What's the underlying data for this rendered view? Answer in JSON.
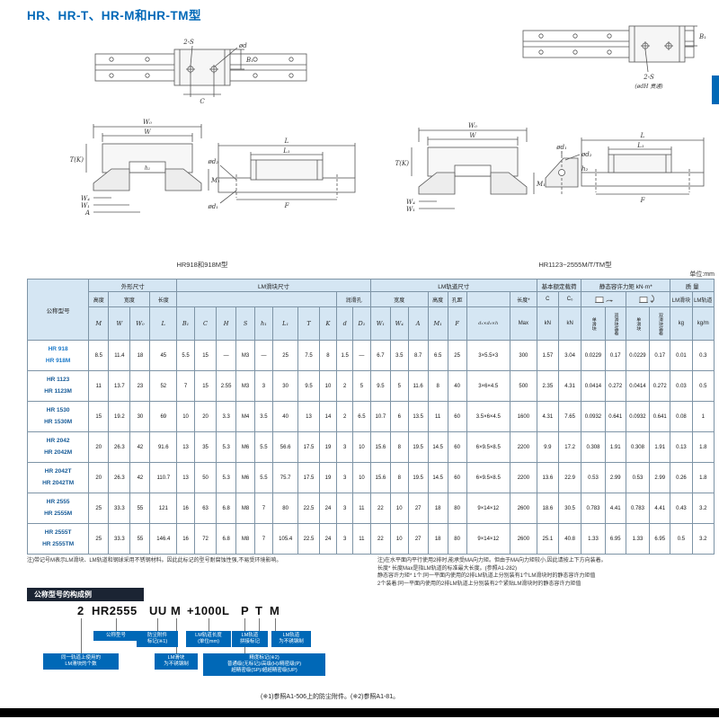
{
  "page": {
    "title": "HR、HR-T、HR-M和HR-TM型",
    "unit_note": "单位:mm"
  },
  "colors": {
    "accent": "#0068b7",
    "header-bg": "#d5e6f3",
    "border": "#7e94a6",
    "dark-bar": "#1b2433",
    "model-blue": "#155a97"
  },
  "diagram_left": {
    "caption": "HR918和918M型",
    "labels": {
      "s2": "2-S",
      "od": "ød",
      "c": "C",
      "b1": "B₁",
      "w0": "W₀",
      "w": "W",
      "tk": "T(K)",
      "m1": "M₁",
      "h1": "h₁",
      "w4": "W₄",
      "w1": "W₁",
      "a": "A",
      "od2": "ød₂",
      "od1": "ød₁",
      "l1": "L₁",
      "l": "L",
      "f": "F"
    }
  },
  "diagram_right": {
    "caption": "HR1123~2555M/T/TM型",
    "labels": {
      "s2": "2-S",
      "odh": "(ødH 贯通)",
      "b1": "B₁",
      "w0": "W₀",
      "w": "W",
      "tk": "T(K)",
      "m1": "M₁",
      "w4": "W₄",
      "w1": "W₁",
      "od1": "ød₁",
      "od2": "ød₂",
      "h2": "h₂",
      "l1": "L₁",
      "l": "L",
      "f": "F"
    }
  },
  "table": {
    "group_model": "公称型号",
    "group_ext": "外形尺寸",
    "group_block": "LM滑块尺寸",
    "group_rail": "LM轨道尺寸",
    "group_load": "基本额定载荷",
    "group_moment": "静态容许力矩 kN·m*",
    "group_mass": "质 量",
    "r2": {
      "height": "高度",
      "width": "宽度",
      "length": "长度",
      "grease": "润滑孔",
      "rwidth": "宽度",
      "rheight": "高度",
      "pitch": "孔距",
      "rlength": "长度*",
      "c": "C",
      "c0": "C₀",
      "mblock": "LM滑块",
      "mrail": "LM轨道"
    },
    "r3": [
      "M",
      "W",
      "W₀",
      "L",
      "B₁",
      "C",
      "H",
      "S",
      "h₁",
      "L₁",
      "T",
      "K",
      "d",
      "D₁",
      "W₁",
      "W₄",
      "A",
      "M₁",
      "F",
      "d₁×d₂×h",
      "Max",
      "kN",
      "kN",
      "单滑块",
      "双滑块装着",
      "单滑块",
      "双滑块装着",
      "kg",
      "kg/m"
    ],
    "rows": [
      {
        "model": [
          "HR 918",
          "HR 918M"
        ],
        "hl": true,
        "values": [
          "8.5",
          "11.4",
          "18",
          "45",
          "5.5",
          "15",
          "—",
          "M3",
          "—",
          "25",
          "7.5",
          "8",
          "1.5",
          "—",
          "6.7",
          "3.5",
          "8.7",
          "6.5",
          "25",
          "3×5.5×3",
          "300",
          "1.57",
          "3.04",
          "0.0229",
          "0.17",
          "0.0229",
          "0.17",
          "0.01",
          "0.3"
        ]
      },
      {
        "model": [
          "HR 1123",
          "HR 1123M"
        ],
        "hl": false,
        "values": [
          "11",
          "13.7",
          "23",
          "52",
          "7",
          "15",
          "2.55",
          "M3",
          "3",
          "30",
          "9.5",
          "10",
          "2",
          "5",
          "9.5",
          "5",
          "11.6",
          "8",
          "40",
          "3×6×4.5",
          "500",
          "2.35",
          "4.31",
          "0.0414",
          "0.272",
          "0.0414",
          "0.272",
          "0.03",
          "0.5"
        ]
      },
      {
        "model": [
          "HR 1530",
          "HR 1530M"
        ],
        "hl": false,
        "values": [
          "15",
          "19.2",
          "30",
          "69",
          "10",
          "20",
          "3.3",
          "M4",
          "3.5",
          "40",
          "13",
          "14",
          "2",
          "6.5",
          "10.7",
          "6",
          "13.5",
          "11",
          "60",
          "3.5×6×4.5",
          "1600",
          "4.31",
          "7.65",
          "0.0932",
          "0.641",
          "0.0932",
          "0.641",
          "0.08",
          "1"
        ]
      },
      {
        "model": [
          "HR 2042",
          "HR 2042M"
        ],
        "hl": false,
        "values": [
          "20",
          "26.3",
          "42",
          "91.6",
          "13",
          "35",
          "5.3",
          "M6",
          "5.5",
          "56.6",
          "17.5",
          "19",
          "3",
          "10",
          "15.6",
          "8",
          "19.5",
          "14.5",
          "60",
          "6×9.5×8.5",
          "2200",
          "9.9",
          "17.2",
          "0.308",
          "1.91",
          "0.308",
          "1.91",
          "0.13",
          "1.8"
        ]
      },
      {
        "model": [
          "HR 2042T",
          "HR 2042TM"
        ],
        "hl": false,
        "values": [
          "20",
          "26.3",
          "42",
          "110.7",
          "13",
          "50",
          "5.3",
          "M6",
          "5.5",
          "75.7",
          "17.5",
          "19",
          "3",
          "10",
          "15.6",
          "8",
          "19.5",
          "14.5",
          "60",
          "6×9.5×8.5",
          "2200",
          "13.6",
          "22.9",
          "0.53",
          "2.99",
          "0.53",
          "2.99",
          "0.26",
          "1.8"
        ]
      },
      {
        "model": [
          "HR 2555",
          "HR 2555M"
        ],
        "hl": false,
        "values": [
          "25",
          "33.3",
          "55",
          "121",
          "16",
          "63",
          "6.8",
          "M8",
          "7",
          "80",
          "22.5",
          "24",
          "3",
          "11",
          "22",
          "10",
          "27",
          "18",
          "80",
          "9×14×12",
          "2600",
          "18.6",
          "30.5",
          "0.783",
          "4.41",
          "0.783",
          "4.41",
          "0.43",
          "3.2"
        ]
      },
      {
        "model": [
          "HR 2555T",
          "HR 2555TM"
        ],
        "hl": false,
        "values": [
          "25",
          "33.3",
          "55",
          "146.4",
          "16",
          "72",
          "6.8",
          "M8",
          "7",
          "105.4",
          "22.5",
          "24",
          "3",
          "11",
          "22",
          "10",
          "27",
          "18",
          "80",
          "9×14×12",
          "2600",
          "25.1",
          "40.8",
          "1.33",
          "6.95",
          "1.33",
          "6.95",
          "0.5",
          "3.2"
        ]
      }
    ]
  },
  "notes": {
    "left": "注)带记号M表示LM滑块、LM轨道和钢球采用不锈钢材料。因此此标记的型号耐腐蚀性强,不易受环境影响。",
    "right1": "注)在水平面内平行使用2排时,能承受MA向力矩。但由于MA向力矩较小,因此请按上下方向装着。",
    "right2": "长度*  长度Max是指LM轨道的标准最大长度。(参照A1-282)",
    "right3": "静态容许力矩*  1个:同一平面内使用的2排LM轨道上分别装有1个LM滑块时的静态容许力矩值",
    "right4": "2个装着:同一平面内使用的2排LM轨道上分别装有2个紧贴LM滑块时的静态容许力矩值"
  },
  "example": {
    "header": "公称型号的构成例",
    "tokens": [
      "2",
      "HR2555",
      "UU",
      "M",
      "+1000L",
      "P",
      "T",
      "M"
    ],
    "callouts": {
      "model": "公称型号",
      "dust": "防尘附件\n标记(※1)",
      "rail_length": "LM轨道长度\n(单位mm)",
      "joint": "LM轨道\n拼接标记",
      "rail_ss": "LM轨道\n为不锈钢制",
      "count": "同一轨道上使用的\nLM滑块的个数",
      "block_ss": "LM滑块\n为不锈钢制",
      "accuracy": "精度标记(※2)\n普通级(无标记)/高级(H)/精密级(P)\n超精密级(SP)/超超精密级(UP)"
    }
  },
  "footnote": "(※1)参照A1-506上的防尘附件。(※2)参照A1-81。"
}
